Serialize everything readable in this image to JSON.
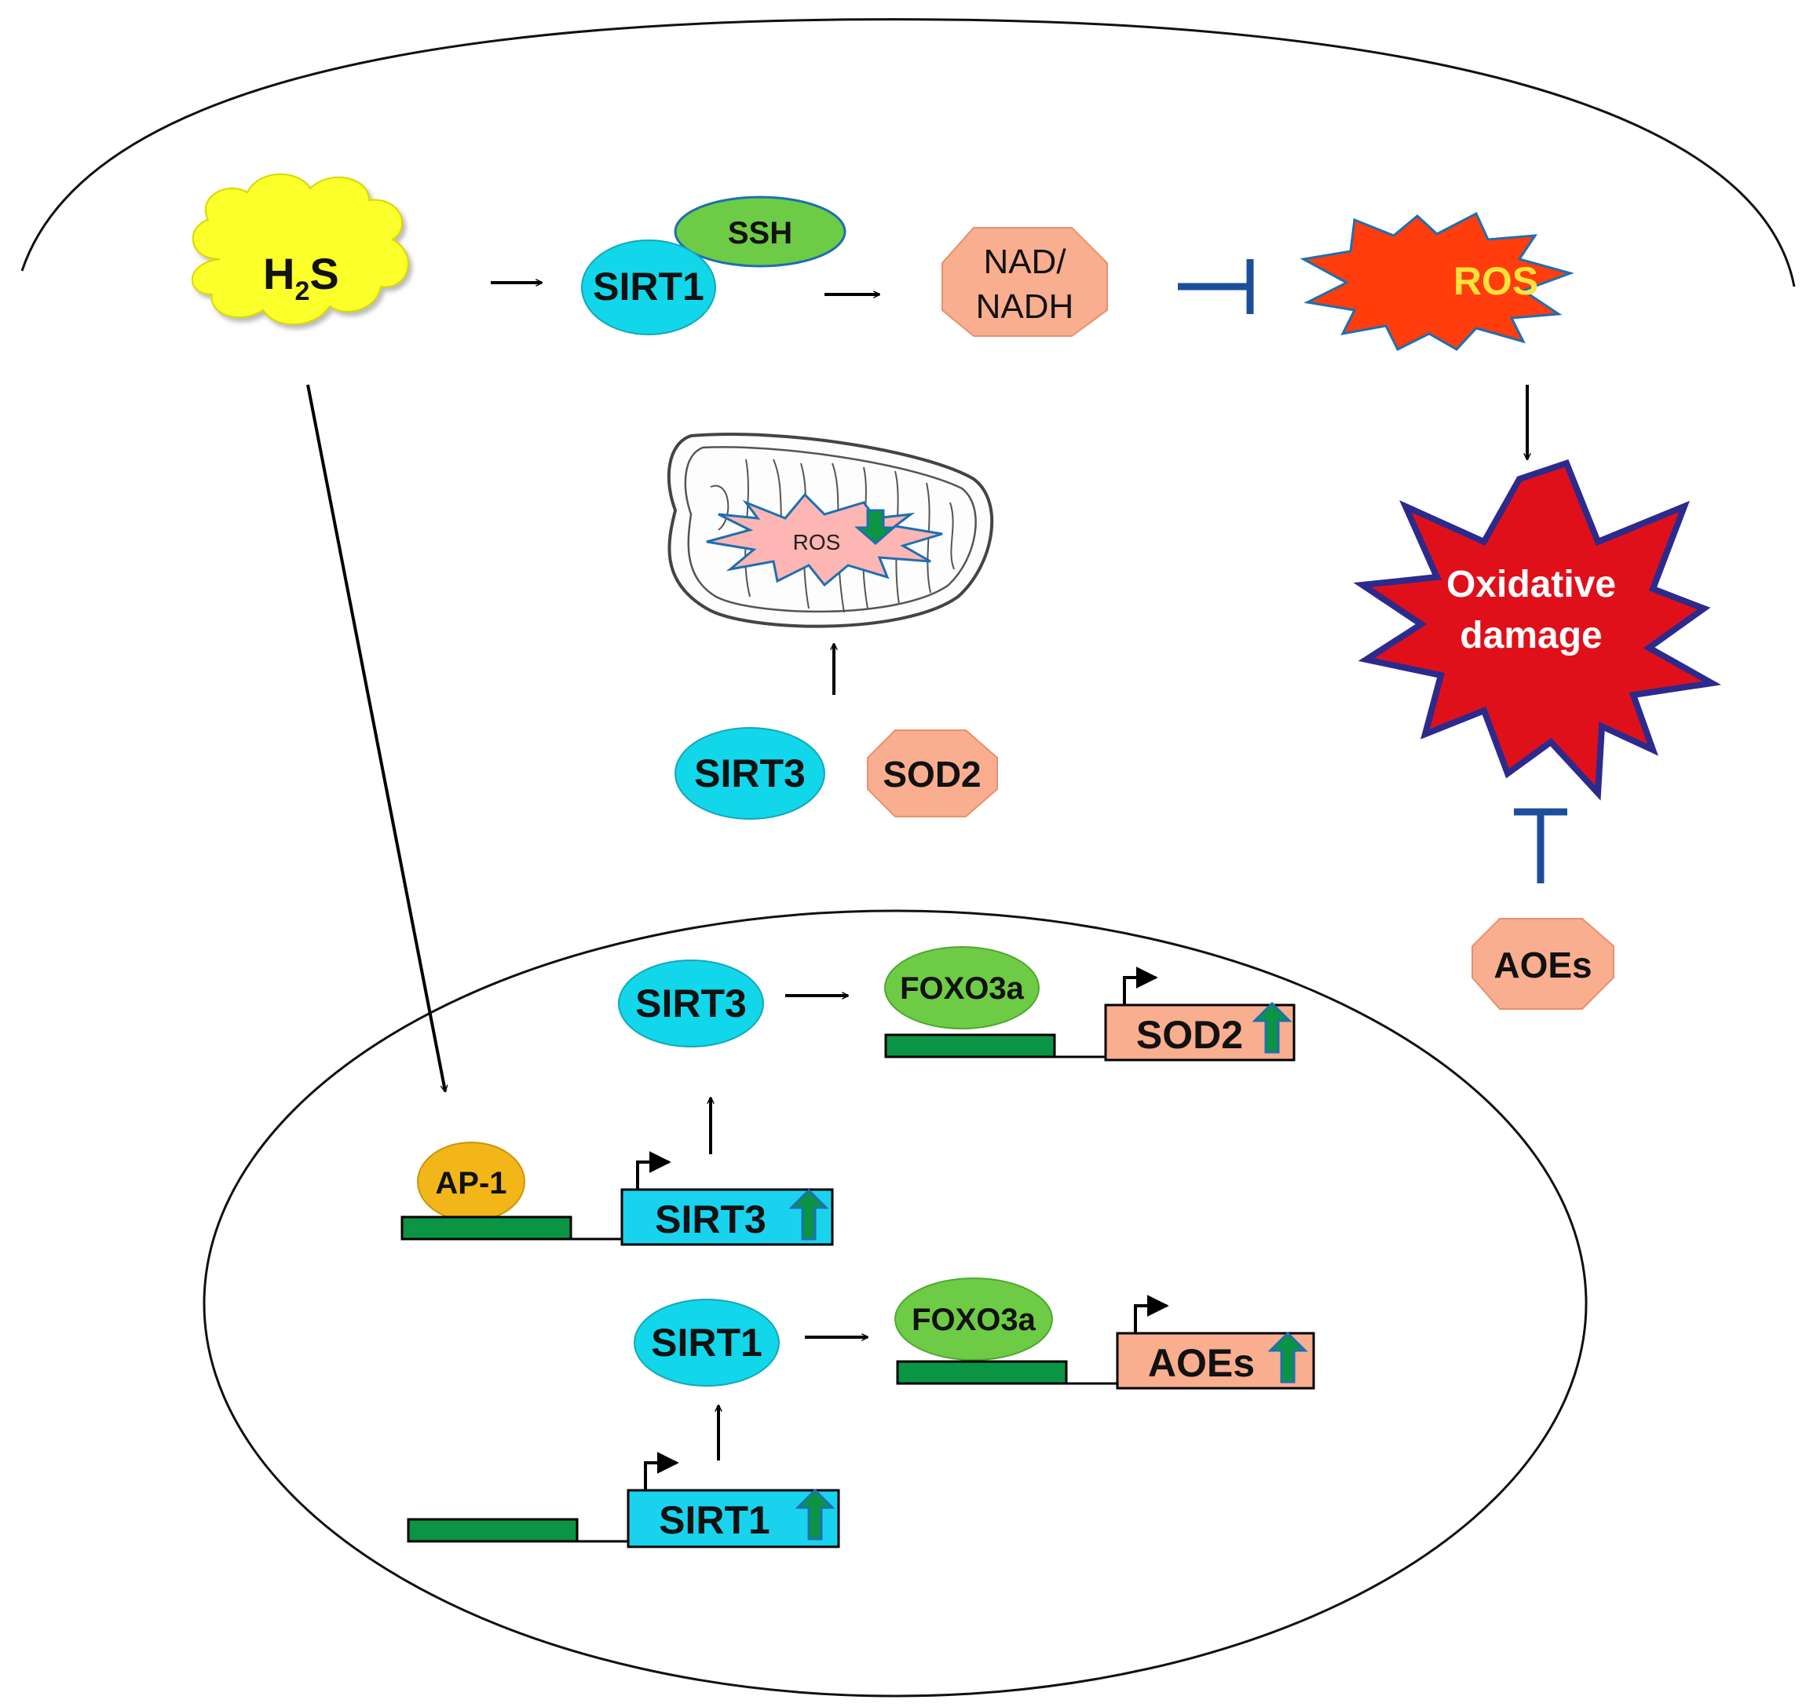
{
  "cytoplasm": {
    "h2s": {
      "main": "H",
      "sub": "2",
      "tail": "S"
    },
    "ssh": "SSH",
    "sirt1": "SIRT1",
    "nad": {
      "line1": "NAD/",
      "line2": "NADH"
    },
    "ros": "ROS",
    "oxidative_damage": {
      "line1": "Oxidative",
      "line2": "damage"
    },
    "mito_ros": "ROS",
    "sirt3": "SIRT3",
    "sod2": "SOD2",
    "aoes": "AOEs"
  },
  "nucleus": {
    "sirt3_protein": "SIRT3",
    "foxo3a_top": "FOXO3a",
    "sod2_gene": "SOD2",
    "ap1": "AP-1",
    "sirt3_gene": "SIRT3",
    "sirt1_protein": "SIRT1",
    "foxo3a_bottom": "FOXO3a",
    "aoes_gene": "AOEs",
    "sirt1_gene": "SIRT1"
  },
  "colors": {
    "h2s_cloud": "#fbff2a",
    "sirt_ellipse": "#12d6ea",
    "ssh_ellipse": "#6ecb45",
    "foxo_ellipse": "#6ecb45",
    "ap1_ellipse": "#f2b619",
    "salmon_octagon": "#f8ae8f",
    "ros_star": "#ff3d0d",
    "ros_text": "#ffe23a",
    "damage_star": "#e0101b",
    "damage_border": "#2c2a8c",
    "inhibitor": "#1b4f9c",
    "dna_bar": "#0a9444",
    "gene_box_cyan": "#19d3ee",
    "gene_box_salmon": "#f8ae8f"
  }
}
